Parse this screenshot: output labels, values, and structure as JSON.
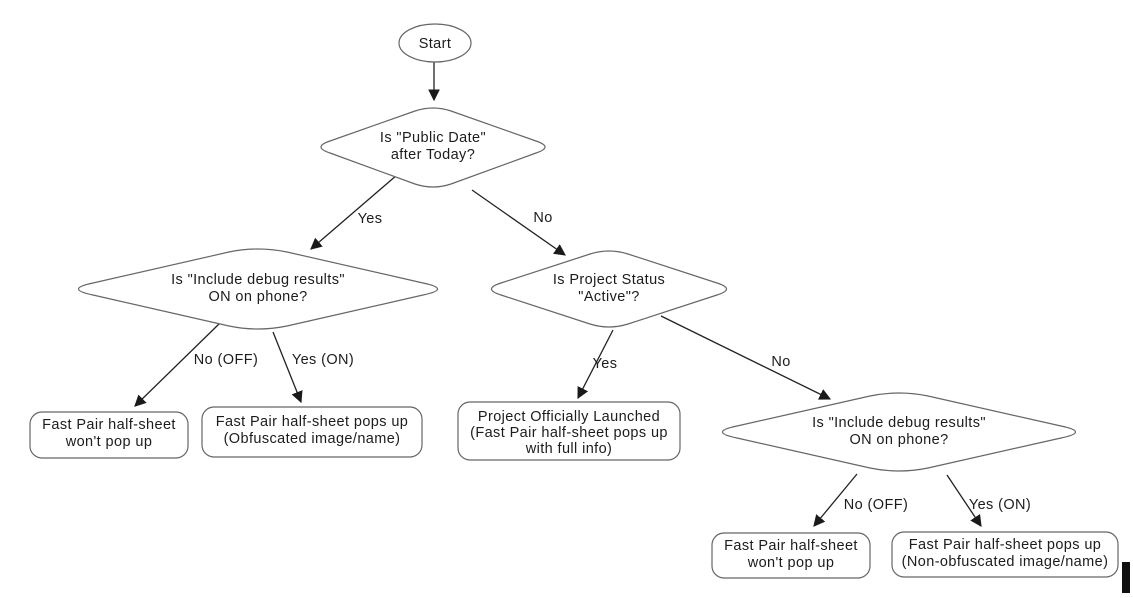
{
  "title": "Fast Pair half-sheet decision flowchart",
  "colors": {
    "background": "#ffffff",
    "shape_fill": "#ffffff",
    "shape_border": "#666666",
    "connector": "#222222",
    "text": "#1c1c1c"
  },
  "nodes": {
    "start": {
      "label": "Start"
    },
    "decision_public_date": {
      "lines": [
        "Is \"Public Date\"",
        "after Today?"
      ]
    },
    "decision_debug_left": {
      "lines": [
        "Is \"Include debug results\"",
        "ON on phone?"
      ]
    },
    "decision_project_status": {
      "lines": [
        "Is Project Status",
        "\"Active\"?"
      ]
    },
    "decision_debug_right": {
      "lines": [
        "Is \"Include debug results\"",
        "ON on phone?"
      ]
    },
    "result_no_popup_left": {
      "lines": [
        "Fast Pair half-sheet",
        "won't pop up"
      ]
    },
    "result_obfuscated": {
      "lines": [
        "Fast Pair half-sheet pops up",
        "(Obfuscated image/name)"
      ]
    },
    "result_launched": {
      "lines": [
        "Project Officially Launched",
        "(Fast Pair half-sheet pops up",
        "with full info)"
      ]
    },
    "result_no_popup_right": {
      "lines": [
        "Fast Pair half-sheet",
        "won't pop up"
      ]
    },
    "result_non_obfuscated": {
      "lines": [
        "Fast Pair half-sheet pops up",
        "(Non-obfuscated image/name)"
      ]
    }
  },
  "edges": {
    "d1_yes": {
      "label": "Yes"
    },
    "d1_no": {
      "label": "No"
    },
    "d2_no_off": {
      "label": "No (OFF)"
    },
    "d2_yes_on": {
      "label": "Yes (ON)"
    },
    "d3_yes": {
      "label": "Yes"
    },
    "d3_no": {
      "label": "No"
    },
    "d4_no_off": {
      "label": "No (OFF)"
    },
    "d4_yes_on": {
      "label": "Yes (ON)"
    }
  }
}
